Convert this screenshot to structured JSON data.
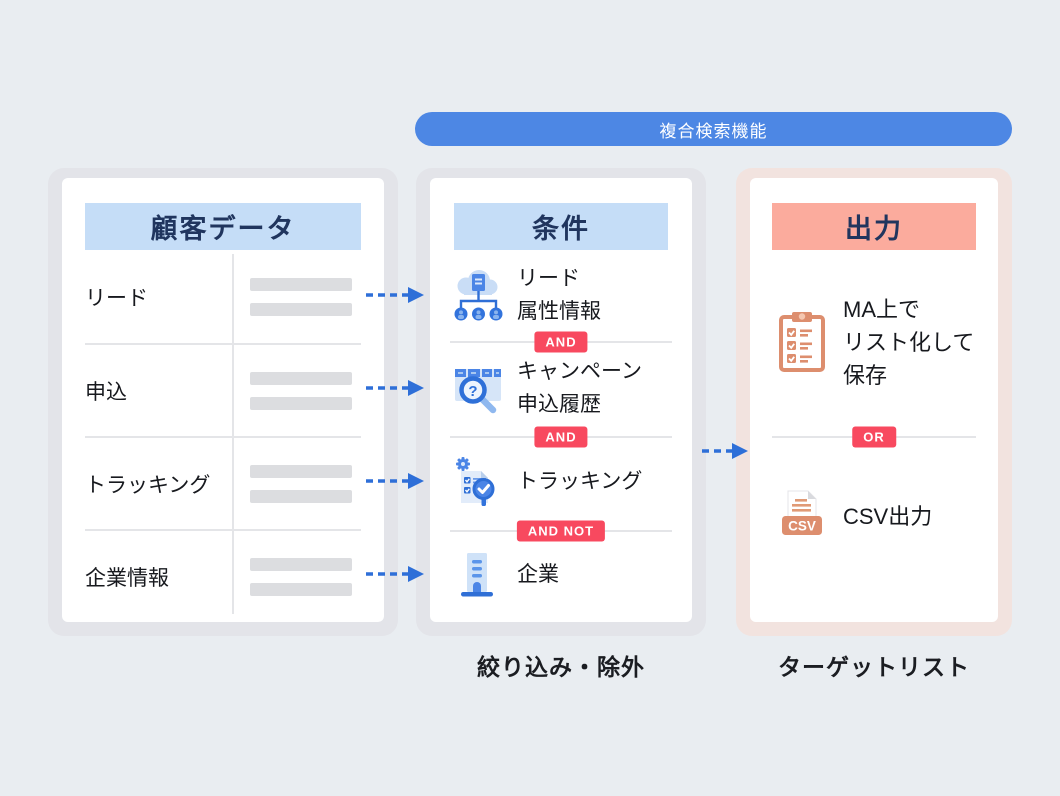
{
  "banner": {
    "label": "複合検索機能"
  },
  "customer_panel": {
    "title": "顧客データ",
    "rows": [
      {
        "label": "リード"
      },
      {
        "label": "申込"
      },
      {
        "label": "トラッキング"
      },
      {
        "label": "企業情報"
      }
    ]
  },
  "conditions_panel": {
    "title": "条件",
    "items": [
      {
        "icon": "lead-network-icon",
        "lines": [
          "リード",
          "属性情報"
        ]
      },
      {
        "icon": "campaign-search-icon",
        "lines": [
          "キャンペーン",
          "申込履歴"
        ]
      },
      {
        "icon": "tracking-doc-icon",
        "lines": [
          "トラッキング"
        ]
      },
      {
        "icon": "company-building-icon",
        "lines": [
          "企業"
        ]
      }
    ],
    "operators": [
      "AND",
      "AND",
      "AND NOT"
    ],
    "caption": "絞り込み・除外"
  },
  "output_panel": {
    "title": "出力",
    "items": [
      {
        "icon": "clipboard-checklist-icon",
        "lines": [
          "MA上で",
          "リスト化して",
          "保存"
        ]
      },
      {
        "icon": "csv-file-icon",
        "lines": [
          "CSV出力"
        ]
      }
    ],
    "operator": "OR",
    "csv_badge": "CSV",
    "caption": "ターゲットリスト"
  },
  "colors": {
    "page_bg": "#e9edf1",
    "accent_blue": "#4d87e4",
    "arrow_blue": "#2e6fd8",
    "header_blue_bg": "#c5ddf7",
    "header_salmon_bg": "#fbab9d",
    "badge_red": "#f8495f",
    "title_navy": "#20355e",
    "container_gray": "#e3e4e9",
    "container_pink": "#f2e3df",
    "icon_salmon": "#dd8e6e"
  }
}
